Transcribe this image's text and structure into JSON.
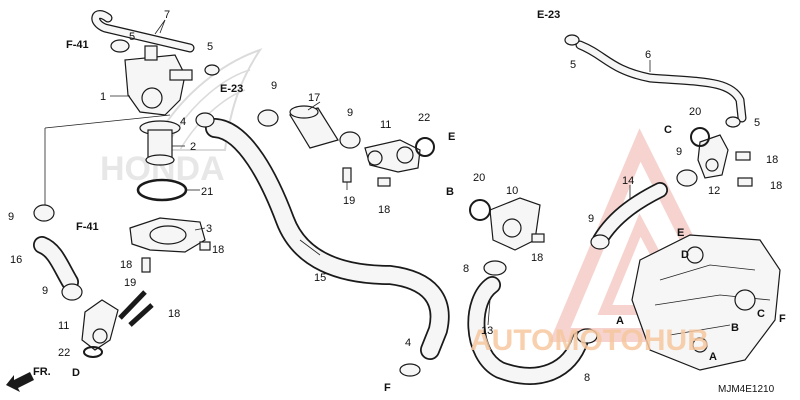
{
  "diagram": {
    "code": "MJM4E1210",
    "watermark": {
      "text": "AUTOMOTOHUB",
      "color_light": "#f5a08a",
      "color_dark": "#f7c8a0",
      "triangle_color": "#f0b0a8"
    },
    "brand_watermark": "HONDA",
    "direction_label": "FR.",
    "refs": {
      "f41_top": "F-41",
      "e23_top": "E-23",
      "e23_right": "E-23",
      "f41_left": "F-41",
      "b_left": "B",
      "d_left": "D",
      "e_mid": "E",
      "f_bottom": "F",
      "c_right": "C",
      "e_engine": "E",
      "d_engine": "D",
      "a_hose": "A",
      "b_engine": "B",
      "c_engine": "C",
      "f_engine": "F",
      "a_engine": "A"
    },
    "parts": {
      "p1": "1",
      "p2": "2",
      "p3": "3",
      "p4a": "4",
      "p4b": "4",
      "p5a": "5",
      "p5b": "5",
      "p5c": "5",
      "p5d": "5",
      "p6": "6",
      "p7": "7",
      "p8a": "8",
      "p8b": "8",
      "p9a": "9",
      "p9b": "9",
      "p9c": "9",
      "p9d": "9",
      "p9e": "9",
      "p9f": "9",
      "p10": "10",
      "p11a": "11",
      "p11b": "11",
      "p12": "12",
      "p13": "13",
      "p14": "14",
      "p15": "15",
      "p16": "16",
      "p17": "17",
      "p18a": "18",
      "p18b": "18",
      "p18c": "18",
      "p18d": "18",
      "p18e": "18",
      "p18f": "18",
      "p18g": "18",
      "p19a": "19",
      "p19b": "19",
      "p20a": "20",
      "p20b": "20",
      "p21": "21",
      "p22a": "22",
      "p22b": "22"
    }
  }
}
